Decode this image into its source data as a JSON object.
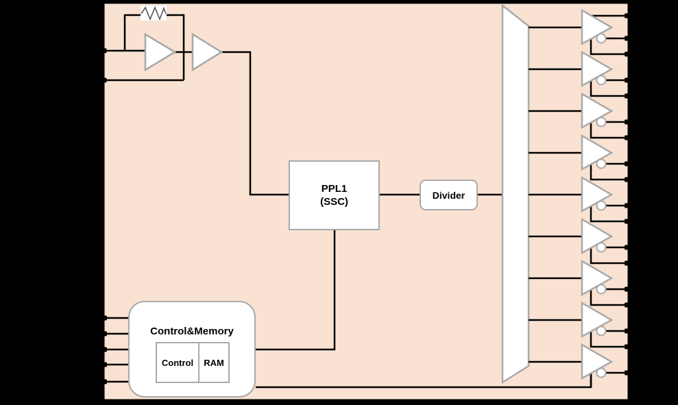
{
  "diagram_type": "clock-generator-block-diagram",
  "colors": {
    "background": "#000000",
    "chip_fill": "#f9e2d2",
    "chip_border": "#000000",
    "wire": "#000000",
    "shape_border": "#a9a9a9",
    "shape_fill": "#ffffff"
  },
  "blocks": {
    "pll": {
      "line1": "PPL1",
      "line2": "(SSC)"
    },
    "divider": {
      "label": "Divider"
    },
    "control_memory": {
      "title": "Control&Memory",
      "control_label": "Control",
      "ram_label": "RAM"
    }
  },
  "oscillator": {
    "input_pin_count": 2,
    "amplifier_count": 2,
    "has_feedback_resistor": true
  },
  "control_inputs": {
    "pin_count": 5
  },
  "output_buffers": {
    "count": 9,
    "differential": true,
    "right_edge_pin_count": 18
  }
}
